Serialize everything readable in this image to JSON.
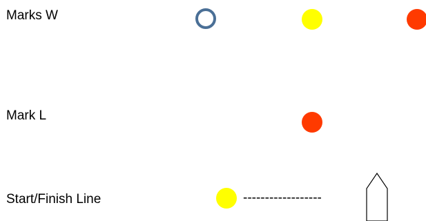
{
  "labels": {
    "marks_w": "Marks W",
    "mark_l": "Mark L",
    "start_finish_line": "Start/Finish Line"
  },
  "line_dashes": "------------------",
  "colors": {
    "blue_outline": "#4a6f96",
    "yellow": "#ffff00",
    "red": "#ff3a00",
    "boat_stroke": "#000000"
  },
  "marks": [
    {
      "name": "mark-w-blue-ring",
      "style": "ring",
      "color": "blue_outline"
    },
    {
      "name": "mark-w-yellow",
      "style": "filled",
      "color": "yellow"
    },
    {
      "name": "mark-w-red",
      "style": "filled",
      "color": "red"
    },
    {
      "name": "mark-l-red",
      "style": "filled",
      "color": "red"
    },
    {
      "name": "start-line-yellow-mark",
      "style": "filled",
      "color": "yellow"
    }
  ],
  "icons": {
    "boat": "boat-icon"
  }
}
